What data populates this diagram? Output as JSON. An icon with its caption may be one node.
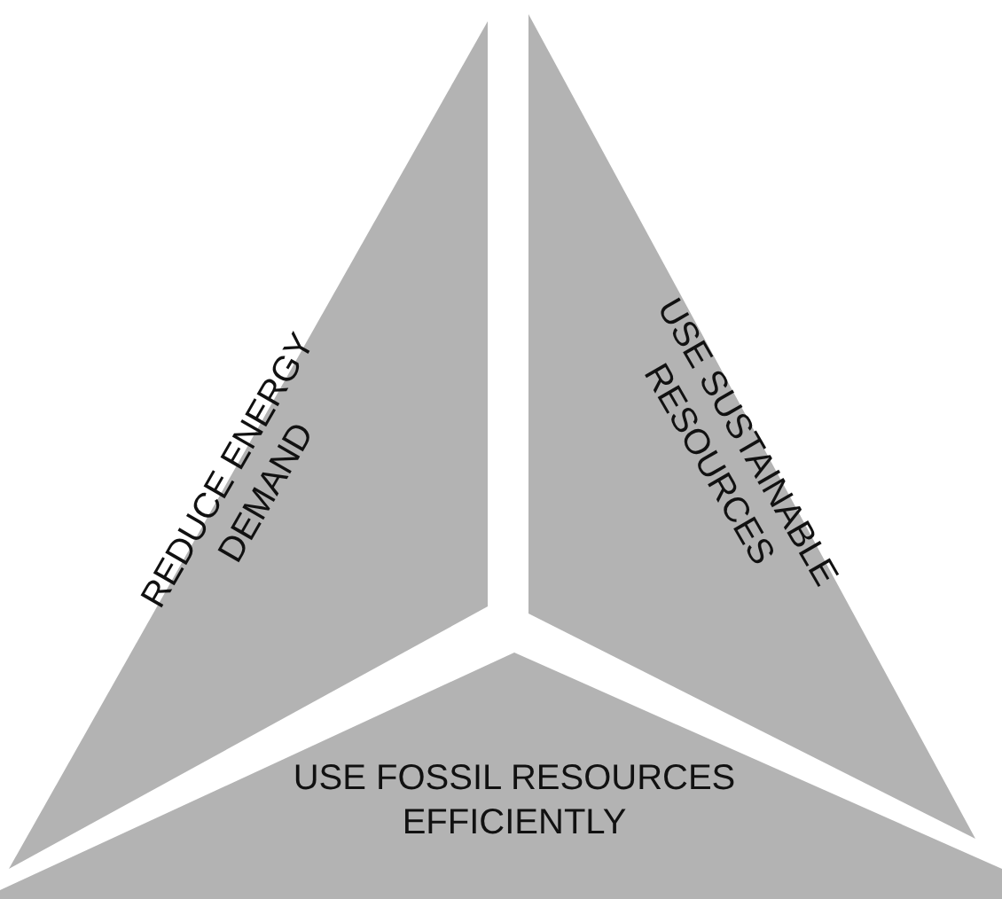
{
  "diagram": {
    "nodes": [
      {
        "text": [
          "REDUCE ENERGY DEMAND"
        ]
      },
      {
        "text": [
          "USE SUSTAINABLE RESOURCES"
        ]
      },
      {
        "text": [
          "USE FOSSIL RESOURCES EFFICIENTLY"
        ]
      }
    ],
    "edges": []
  }
}
